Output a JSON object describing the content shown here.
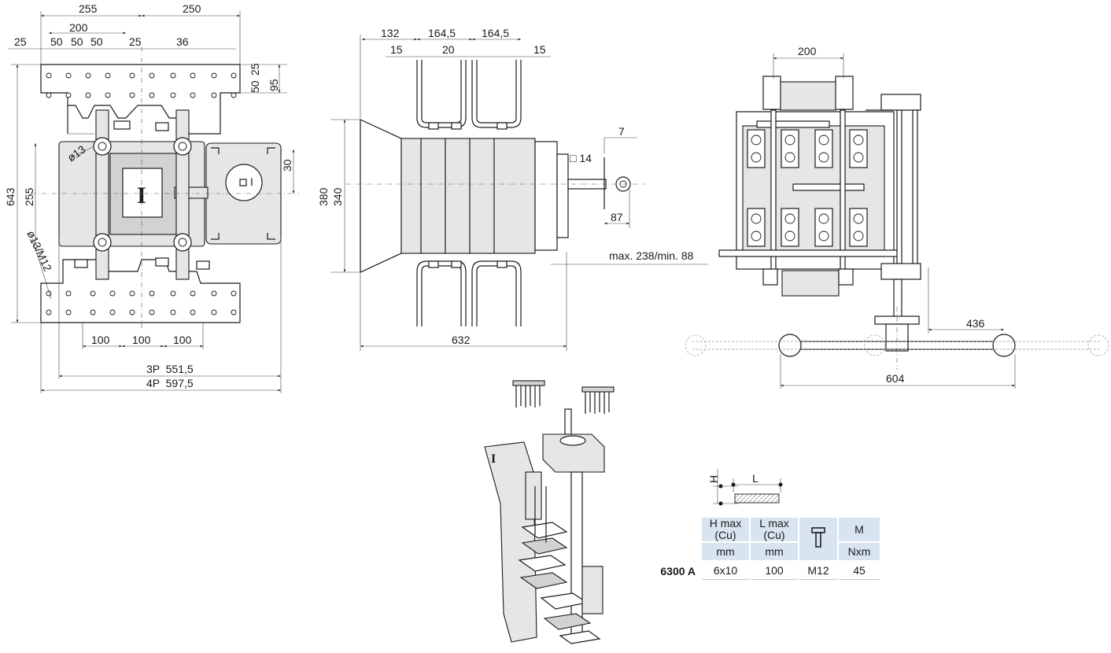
{
  "front_view": {
    "top_dims": [
      "255",
      "250",
      "200",
      "25",
      "50",
      "50",
      "50",
      "25",
      "36"
    ],
    "right_dims": [
      "50",
      "25",
      "95",
      "30"
    ],
    "left_dims": [
      "643",
      "255"
    ],
    "hole_labels": [
      "ø13",
      "ø13/M12"
    ],
    "bottom_dims": [
      "100",
      "100",
      "100",
      "3P  551,5",
      "4P  597,5"
    ]
  },
  "side_view": {
    "top_dims": [
      "132",
      "164,5",
      "164,5",
      "15",
      "20",
      "15"
    ],
    "left_dims": [
      "380",
      "340"
    ],
    "shaft_dims": [
      "7",
      "□ 14",
      "87"
    ],
    "extension_dim": "max. 238/min. 88",
    "bottom_dim": "632"
  },
  "rear_view": {
    "top_dim": "200",
    "handle_dims": [
      "436",
      "604"
    ]
  },
  "cable_table": {
    "header_h": "H max (Cu)",
    "header_l": "L max (Cu)",
    "header_m": "M",
    "unit_h": "mm",
    "unit_l": "mm",
    "unit_m": "Nxm",
    "row_label": "6300 A",
    "h_value": "6x10",
    "l_value": "100",
    "screw_value": "M12",
    "m_value": "45",
    "diagram_h_label": "H",
    "diagram_l_label": "L"
  }
}
